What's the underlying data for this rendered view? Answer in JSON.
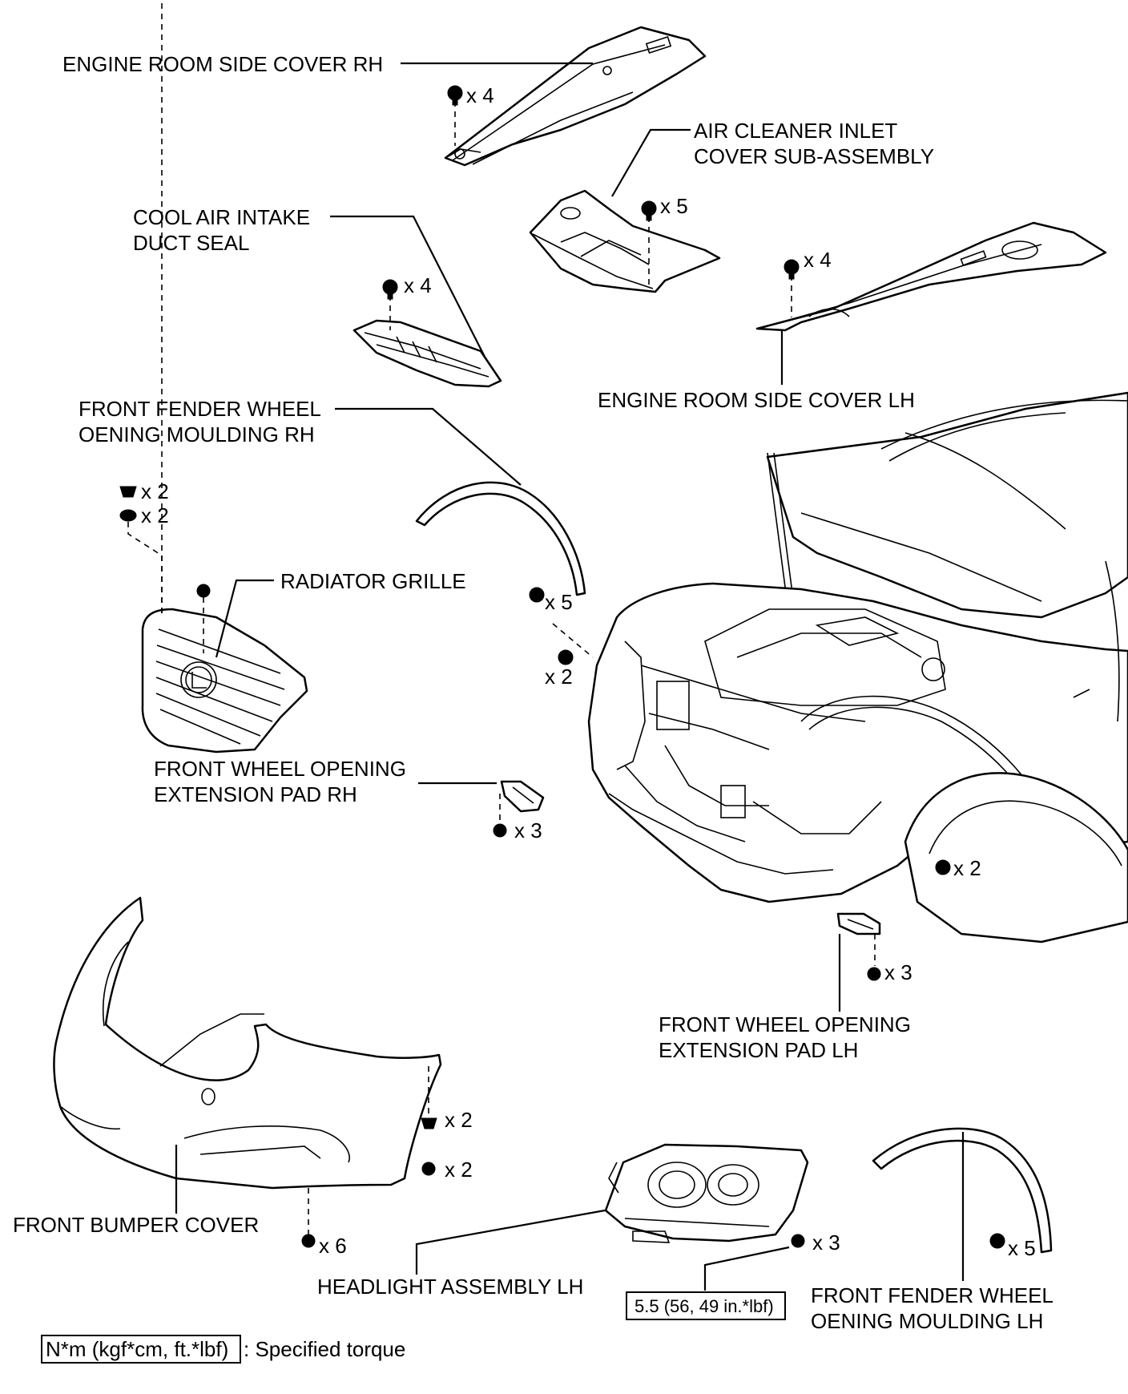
{
  "labels": {
    "side_cover_rh": "ENGINE ROOM SIDE COVER RH",
    "air_cleaner_1": "AIR CLEANER INLET",
    "air_cleaner_2": "COVER SUB-ASSEMBLY",
    "cool_air_1": "COOL AIR INTAKE",
    "cool_air_2": "DUCT SEAL",
    "side_cover_lh": "ENGINE ROOM SIDE COVER LH",
    "moulding_rh_1": "FRONT FENDER WHEEL",
    "moulding_rh_2": "OENING MOULDING RH",
    "radiator_grille": "RADIATOR GRILLE",
    "ext_pad_rh_1": "FRONT WHEEL OPENING",
    "ext_pad_rh_2": "EXTENSION PAD RH",
    "ext_pad_lh_1": "FRONT WHEEL OPENING",
    "ext_pad_lh_2": "EXTENSION PAD LH",
    "bumper": "FRONT BUMPER COVER",
    "headlight": "HEADLIGHT ASSEMBLY LH",
    "moulding_lh_1": "FRONT FENDER WHEEL",
    "moulding_lh_2": "OENING MOULDING LH"
  },
  "quantities": {
    "side_cover_rh": "x 4",
    "air_cleaner": "x 5",
    "cool_air": "x 4",
    "side_cover_lh": "x 4",
    "grille_clip_top": "x 2",
    "grille_clip_bottom": "x 2",
    "moulding_rh_screw": "x 5",
    "fender_clip": "x 2",
    "ext_pad_rh": "x 3",
    "ext_pad_lh": "x 3",
    "fender_screw_lh": "x 2",
    "bumper_clip": "x 2",
    "bumper_screw": "x 2",
    "bumper_bottom": "x 6",
    "headlight_bolt": "x 3",
    "moulding_lh_screw": "x 5"
  },
  "torque": {
    "value": "5.5 (56, 49 in.*lbf)"
  },
  "legend": {
    "unit": "N*m (kgf*cm, ft.*lbf)",
    "description": ": Specified torque"
  }
}
